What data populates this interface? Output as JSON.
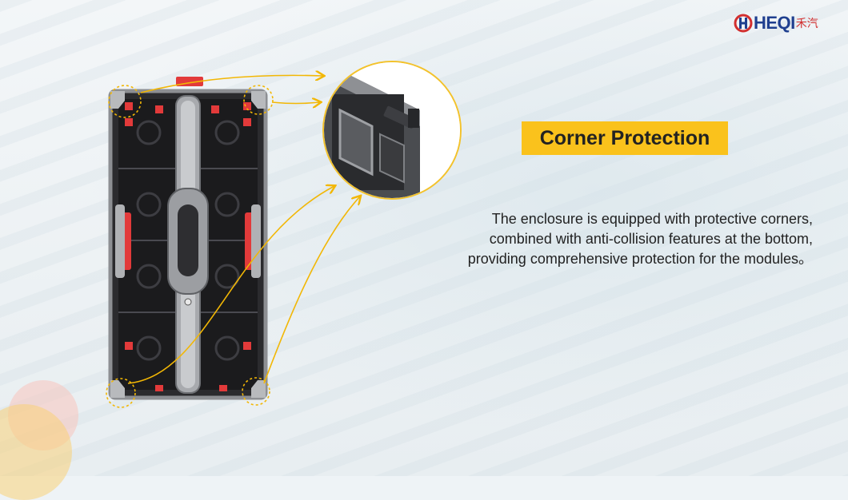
{
  "brand": {
    "logo_text": "HEQI",
    "logo_cn": "禾汽"
  },
  "section": {
    "title": "Corner Protection"
  },
  "description": {
    "lines": [
      "The enclosure is equipped with protective corners,",
      "combined with anti-collision features at the bottom,",
      "providing comprehensive protection for the modules。"
    ]
  },
  "colors": {
    "accent": "#fac21c",
    "arrow": "#f2b705",
    "brand_blue": "#1f3f8f",
    "brand_red": "#d22f2f",
    "highlight_red": "#e23a3a"
  },
  "icons": {
    "logo": "heqi-logo-icon",
    "arrow": "arrow-right-icon"
  }
}
